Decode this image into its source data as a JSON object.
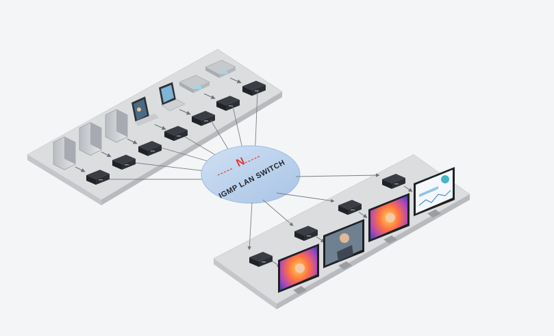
{
  "diagram": {
    "switch": {
      "label": "IGMP LAN SWITCH",
      "logo_glyph": "N",
      "fill_color": "#bcd4ee",
      "logo_color": "#e53935"
    },
    "colors": {
      "background": "#f4f5f6",
      "platform_top": "#dcdddf",
      "platform_side": "#c4c6c9",
      "device_body": "#2b2e33",
      "arrow": "#6b6f75"
    },
    "source_platform": {
      "sources": [
        {
          "icon": "tower-server-icon"
        },
        {
          "icon": "tower-server-icon"
        },
        {
          "icon": "tower-server-icon"
        },
        {
          "icon": "tablet-video-call-icon"
        },
        {
          "icon": "laptop-icon"
        },
        {
          "icon": "bluray-player-icon"
        },
        {
          "icon": "bluray-player-icon"
        }
      ],
      "encoders": 7
    },
    "display_platform": {
      "displays": [
        {
          "screen": "colorful-portrait"
        },
        {
          "screen": "video-presenter"
        },
        {
          "screen": "colorful-portrait"
        },
        {
          "screen": "dashboard-charts"
        }
      ],
      "decoders": 4
    }
  }
}
